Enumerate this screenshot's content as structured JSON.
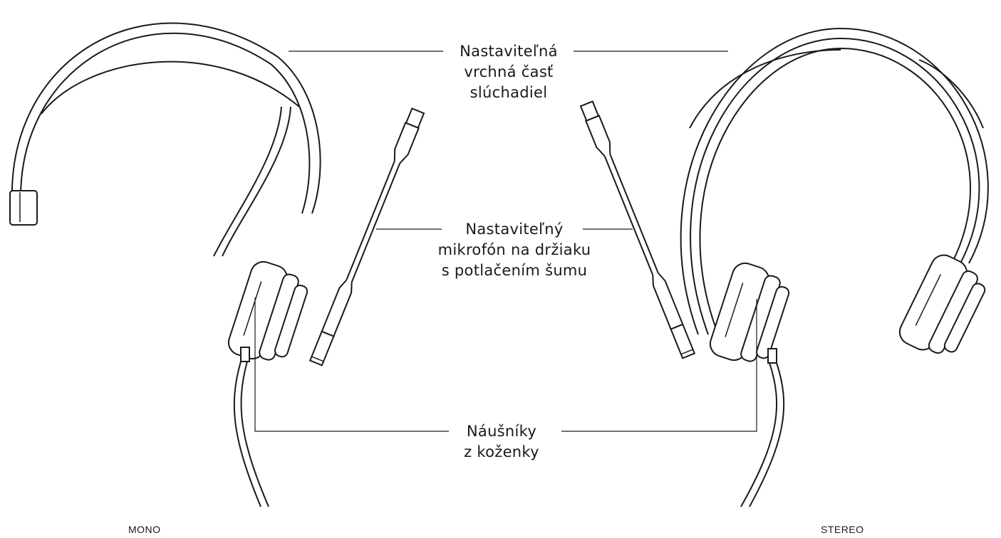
{
  "callouts": {
    "headband": {
      "lines": [
        "Nastaviteľná",
        "vrchná časť",
        "slúchadiel"
      ]
    },
    "microphone": {
      "lines": [
        "Nastaviteľný",
        "mikrofón na držiaku",
        "s potlačením šumu"
      ]
    },
    "ear_cushions": {
      "lines": [
        "Náušníky",
        "z koženky"
      ]
    }
  },
  "captions": {
    "left": "MONO",
    "right": "STEREO"
  },
  "colors": {
    "stroke": "#1a1a1a",
    "background": "#ffffff"
  }
}
